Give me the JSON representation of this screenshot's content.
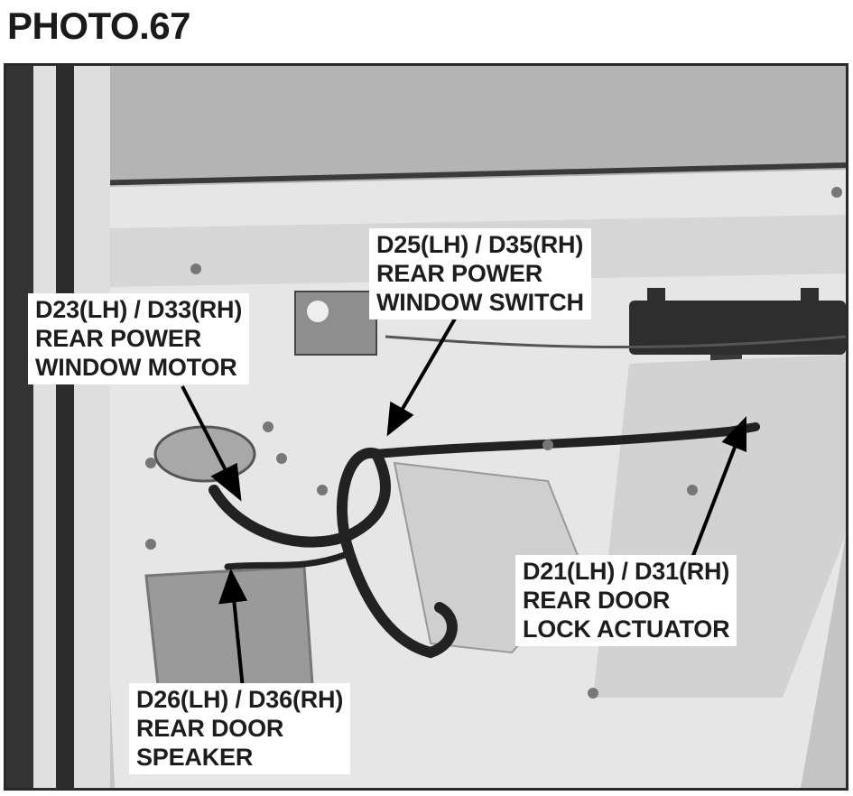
{
  "title": "PHOTO.67",
  "callouts": {
    "motor": {
      "line1": "D23(LH) / D33(RH)",
      "line2": "REAR POWER",
      "line3": "WINDOW MOTOR"
    },
    "switch": {
      "line1": "D25(LH) / D35(RH)",
      "line2": "REAR POWER",
      "line3": "WINDOW SWITCH"
    },
    "lock": {
      "line1": "D21(LH) / D31(RH)",
      "line2": "REAR DOOR",
      "line3": "LOCK ACTUATOR"
    },
    "speaker": {
      "line1": "D26(LH) / D36(RH)",
      "line2": "REAR DOOR",
      "line3": "SPEAKER"
    }
  }
}
